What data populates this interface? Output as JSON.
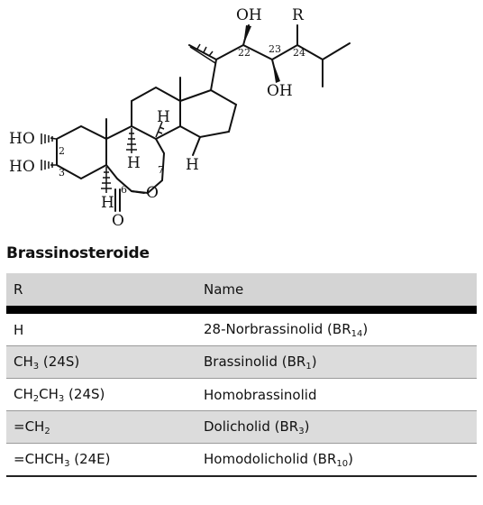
{
  "structure": {
    "atoms": {
      "oh_top": "OH",
      "r": "R",
      "oh_23": "OH",
      "ho_2": "HO",
      "ho_3": "HO",
      "h_14": "H",
      "h_9": "H",
      "h_17": "H",
      "h_5": "H",
      "o_ring": "O",
      "o_keto": "O"
    },
    "locants": {
      "c22": "22",
      "c23": "23",
      "c24": "24",
      "c2": "2",
      "c3": "3",
      "c6": "6",
      "c7": "7"
    }
  },
  "caption": "Brassinosteroide",
  "table": {
    "headers": [
      "R",
      "Name"
    ],
    "rows": [
      {
        "r": [
          "H"
        ],
        "name": [
          "28-Norbrassinolid (BR",
          "14",
          ")"
        ],
        "shaded": false
      },
      {
        "r": [
          "CH",
          "3",
          " (24S)"
        ],
        "name": [
          "Brassinolid (BR",
          "1",
          ")"
        ],
        "shaded": true
      },
      {
        "r": [
          "CH",
          "2",
          "CH",
          "3",
          " (24S)"
        ],
        "name": [
          "Homobrassinolid"
        ],
        "shaded": false
      },
      {
        "r": [
          "=CH",
          "2"
        ],
        "name": [
          "Dolicholid (BR",
          "3",
          ")"
        ],
        "shaded": true
      },
      {
        "r": [
          "=CHCH",
          "3",
          " (24E)"
        ],
        "name": [
          "Homodolicholid (BR",
          "10",
          ")"
        ],
        "shaded": false
      }
    ]
  }
}
